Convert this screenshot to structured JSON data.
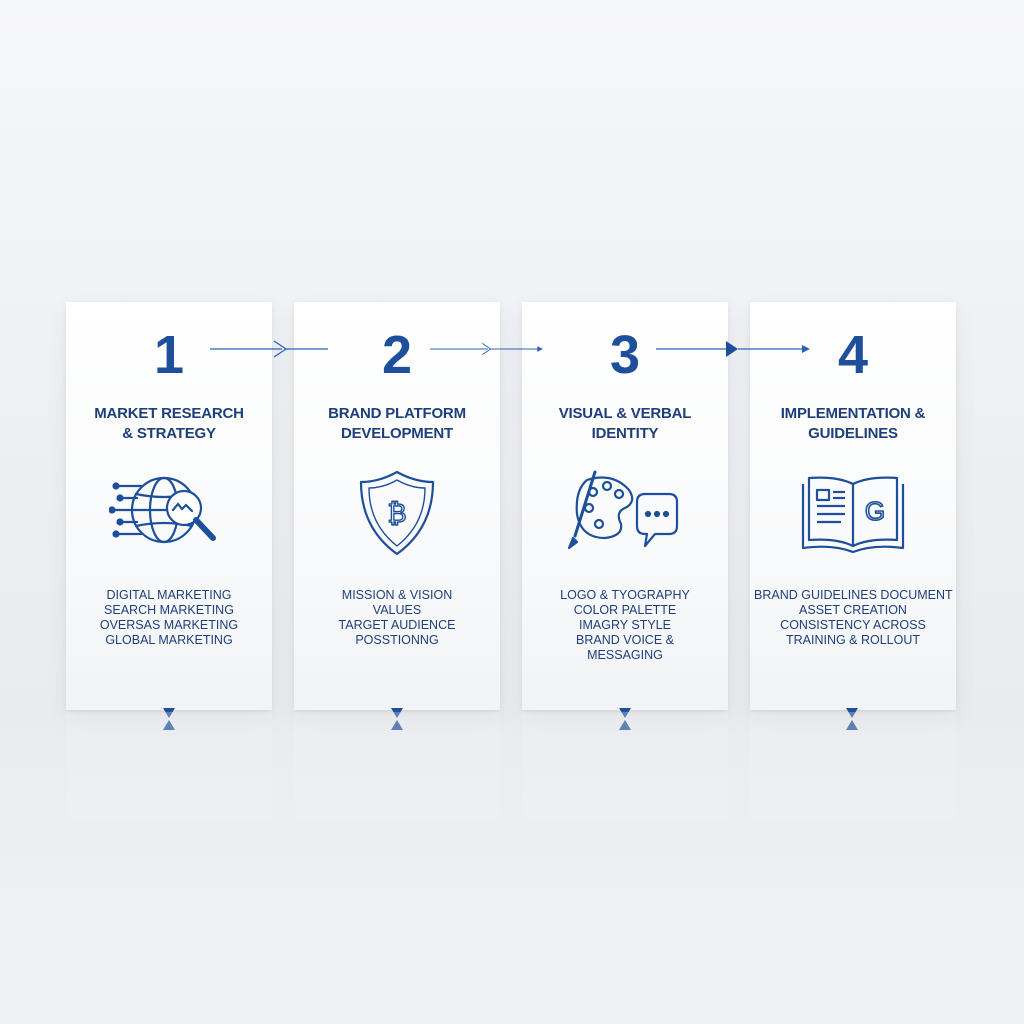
{
  "colors": {
    "accent": "#1d4f9a",
    "text": "#1f3f7a",
    "line": "#2a64b5"
  },
  "steps": [
    {
      "number": "1",
      "title": [
        "MARKET RESEARCH",
        "& STRATEGY"
      ],
      "icon": "globe-magnifier-icon",
      "items": [
        "DIGITAL MARKETING",
        "SEARCH MARKETING",
        "OVERSAS MARKETING",
        "GLOBAL MARKETING"
      ]
    },
    {
      "number": "2",
      "title": [
        "BRAND PLATFORM",
        "DEVELOPMENT"
      ],
      "icon": "shield-icon",
      "items": [
        "MISSION & VISION",
        "VALUES",
        "TARGET AUDIENCE",
        "POSSTIONNG"
      ]
    },
    {
      "number": "3",
      "title": [
        "VISUAL & VERBAL",
        "IDENTITY"
      ],
      "icon": "palette-speech-icon",
      "items": [
        "LOGO & TYOGRAPHY",
        "COLOR PALETTE",
        "IMAGRY STYLE",
        "BRAND VOICE &",
        "MESSAGING"
      ]
    },
    {
      "number": "4",
      "title": [
        "IMPLEMENTATION &",
        "GUIDELINES"
      ],
      "icon": "book-icon",
      "items": [
        "BRAND GUIDELINES DOCUMENT",
        "ASSET CREATION",
        "CONSISTENCY ACROSS",
        "TRAINING & ROLLOUT"
      ]
    }
  ]
}
